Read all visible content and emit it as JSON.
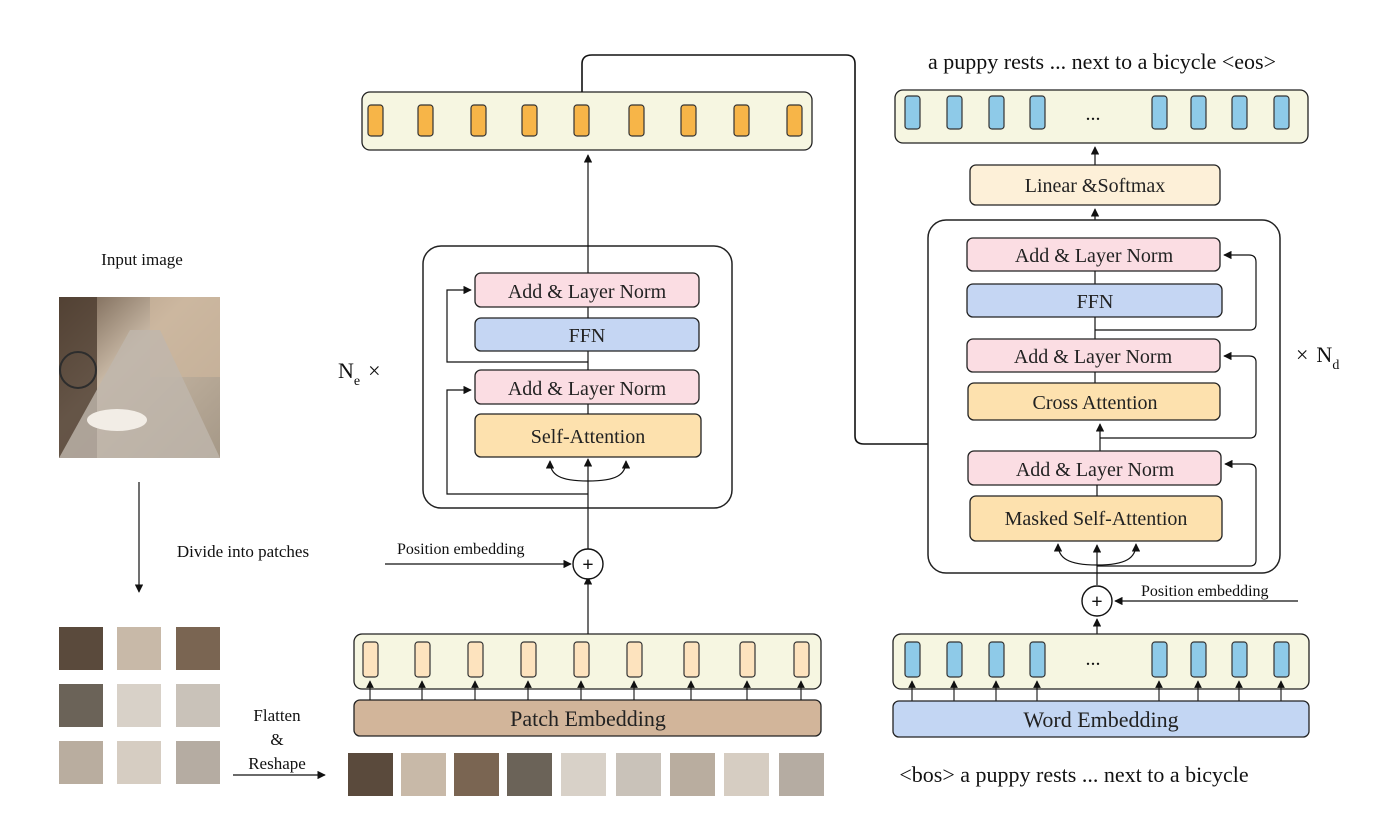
{
  "input": {
    "title": "Input image",
    "divide_label": "Divide into patches",
    "flatten_label_line1": "Flatten",
    "flatten_label_line2": "&",
    "flatten_label_line3": "Reshape"
  },
  "encoder": {
    "multiplier": "N",
    "multiplier_sub": "e",
    "multiplier_x": "×",
    "blocks": {
      "add_norm_top": "Add & Layer Norm",
      "ffn": "FFN",
      "add_norm_bottom": "Add & Layer Norm",
      "self_attention": "Self-Attention"
    },
    "position_embedding": "Position embedding",
    "plus": "+",
    "patch_embedding": "Patch Embedding",
    "token_count": 9
  },
  "decoder": {
    "multiplier_x": "×",
    "multiplier": "N",
    "multiplier_sub": "d",
    "output_text": "a puppy rests ... next to a bicycle <eos>",
    "input_text": "<bos> a puppy rests ... next to a bicycle",
    "ellipsis": "...",
    "blocks": {
      "linear_softmax": "Linear &Softmax",
      "add_norm_top": "Add & Layer Norm",
      "ffn": "FFN",
      "add_norm_mid": "Add & Layer Norm",
      "cross_attention": "Cross Attention",
      "add_norm_bottom": "Add & Layer Norm",
      "masked_self_attention": "Masked Self-Attention"
    },
    "position_embedding": "Position embedding",
    "plus": "+",
    "word_embedding": "Word Embedding"
  },
  "colors": {
    "token_row_bg": "#f6f6e1",
    "orange_token": "#f7b548",
    "light_orange_token": "#fde3be",
    "blue_token": "#8ecae8",
    "add_norm": "#fbdde3",
    "ffn": "#c5d6f3",
    "attention": "#fde1ae",
    "linear_softmax": "#fdf0d8",
    "patch_embedding": "#d2b59a",
    "word_embedding": "#c3d6f3"
  }
}
